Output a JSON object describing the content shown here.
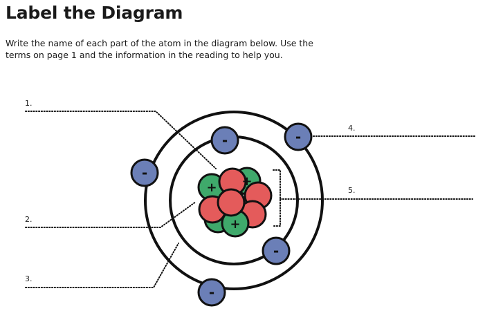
{
  "title": "Label the Diagram",
  "instructions": "Write the name of each part of the atom in the diagram below. Use the terms on page 1 and the information in the reading to help you.",
  "labels": [
    "1.",
    "2.",
    "3.",
    "4.",
    "5."
  ],
  "atom": {
    "proton_symbol": "+",
    "electron_symbol": "-",
    "colors": {
      "proton": "#e45b5b",
      "neutron": "#3fa96b",
      "electron": "#6b7fb7",
      "stroke": "#111111"
    }
  }
}
